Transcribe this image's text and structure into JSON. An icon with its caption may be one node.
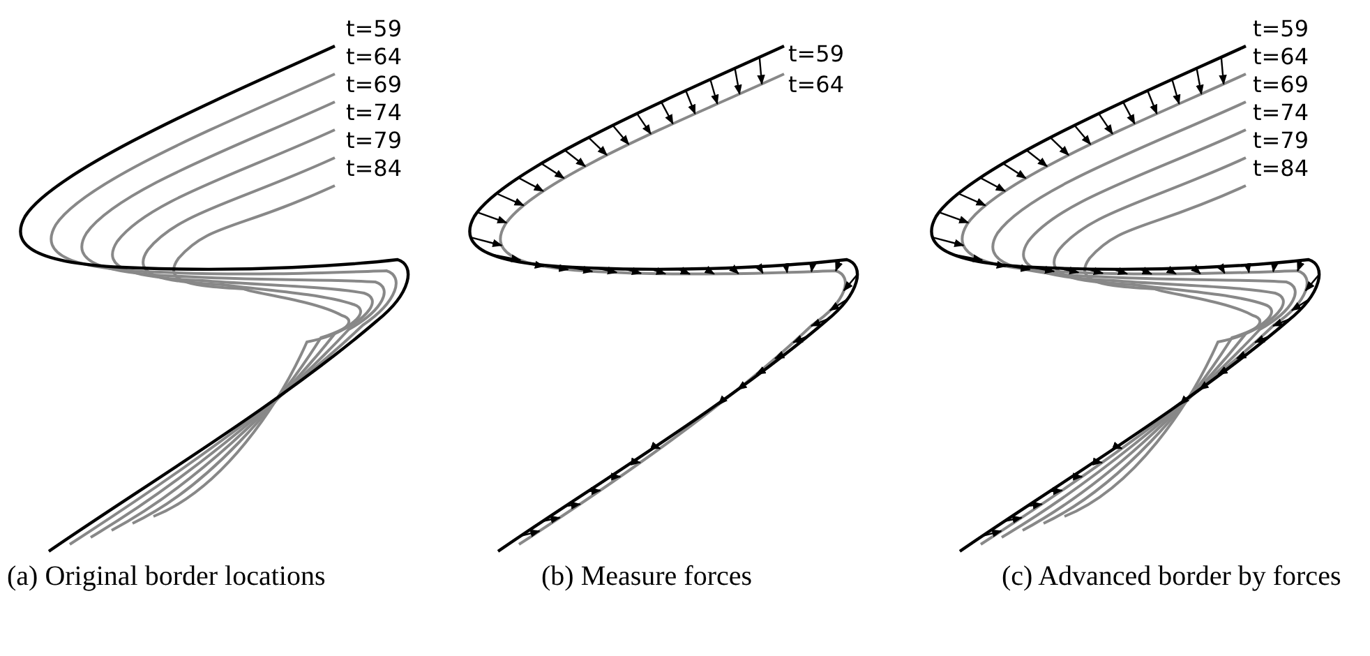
{
  "diagram": {
    "labels": [
      "t=59",
      "t=64",
      "t=69",
      "t=74",
      "t=79",
      "t=84",
      "t=59",
      "t=64",
      "t=59",
      "t=64",
      "t=69",
      "t=74",
      "t=79",
      "t=84",
      "(a) Original border locations",
      "(b) Measure forces",
      "(c) Advanced border by forces"
    ]
  }
}
